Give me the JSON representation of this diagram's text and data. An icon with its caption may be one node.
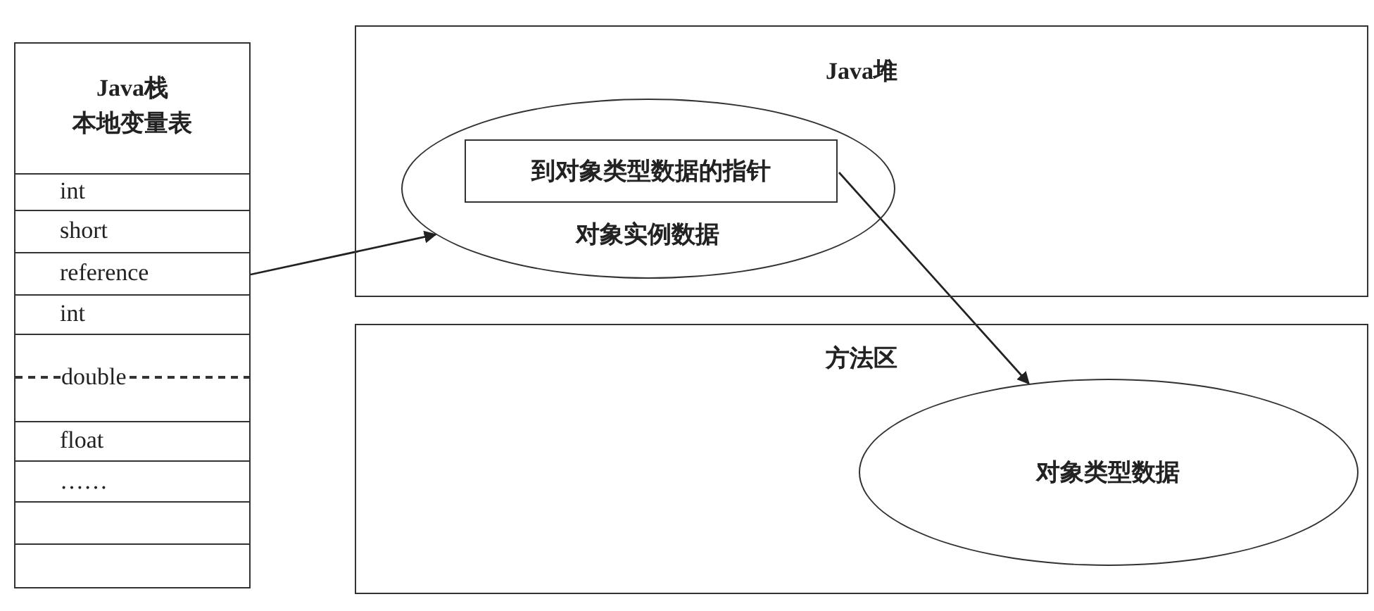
{
  "diagram": {
    "nodes": [
      {
        "text": [
          "Java栈",
          "本地变量表"
        ]
      },
      {
        "text": [
          "int"
        ],
        "in": 0
      },
      {
        "text": [
          "short"
        ],
        "in": 0
      },
      {
        "text": [
          "reference"
        ],
        "in": 0
      },
      {
        "text": [
          "int"
        ],
        "in": 0
      },
      {
        "text": [
          "double"
        ],
        "in": 0
      },
      {
        "text": [
          "float"
        ],
        "in": 0
      },
      {
        "text": [
          "……"
        ],
        "in": 0
      },
      {
        "text": [],
        "shape": "box",
        "in": 0
      },
      {
        "text": [],
        "shape": "box",
        "in": 0
      },
      {
        "text": [
          "Java堆"
        ]
      },
      {
        "text": [
          "对象实例数据"
        ],
        "in": 10
      },
      {
        "text": [
          "到对象类型数据的指针"
        ],
        "in": 11
      },
      {
        "text": [
          "方法区"
        ]
      },
      {
        "text": [
          "对象类型数据"
        ],
        "in": 13
      }
    ],
    "edges": [
      {
        "from": 3,
        "to": 11,
        "arrow": "to"
      },
      {
        "from": 12,
        "to": 14,
        "arrow": "to"
      }
    ]
  }
}
